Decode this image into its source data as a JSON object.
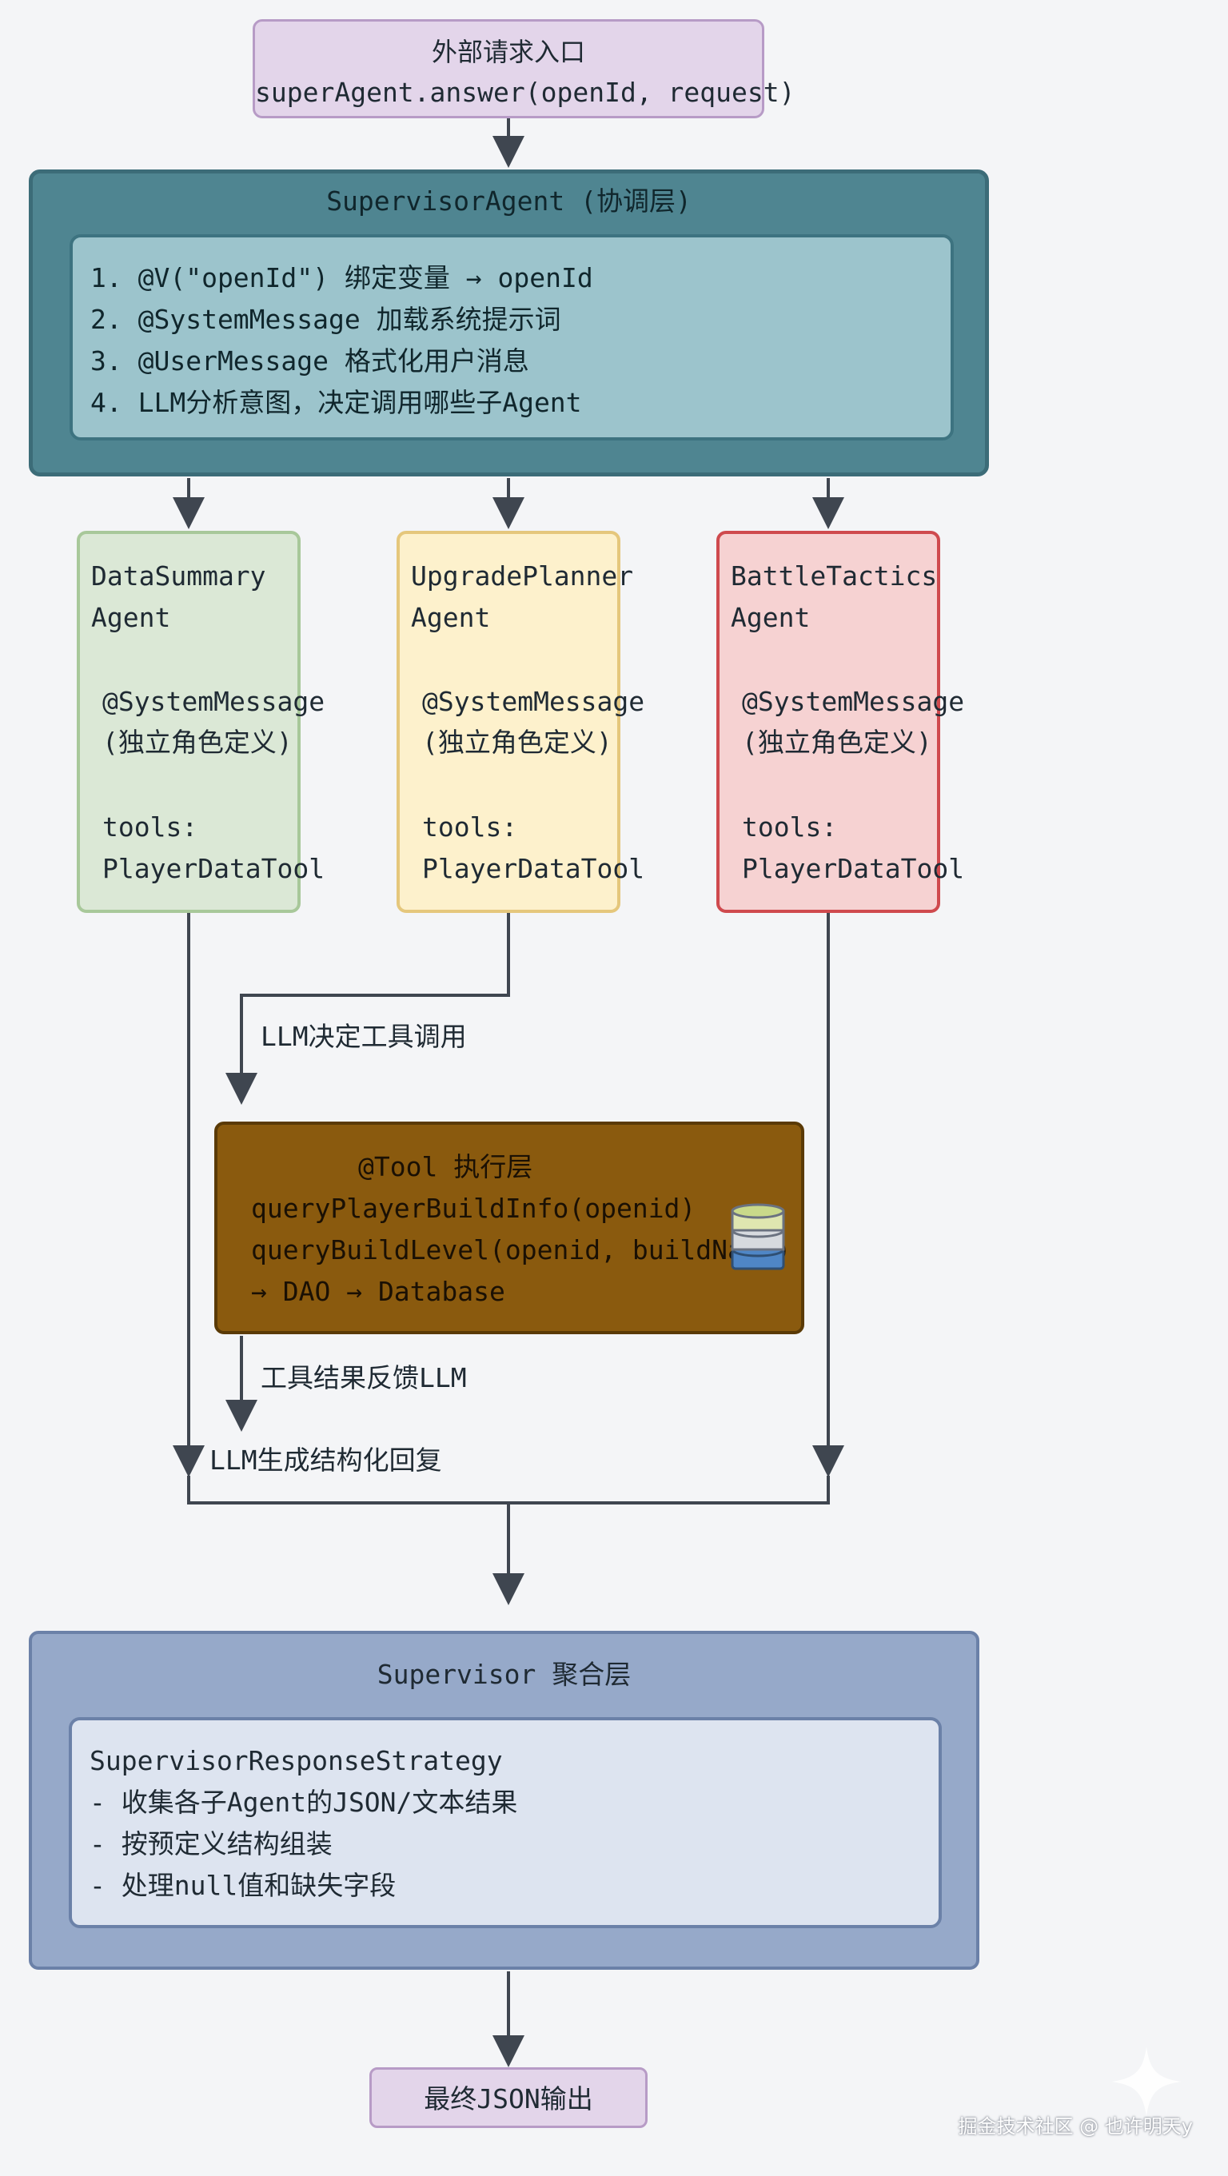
{
  "entry": {
    "title": "外部请求入口",
    "call": "superAgent.answer(openId, request)"
  },
  "supervisor": {
    "title": "SupervisorAgent (协调层)",
    "steps": [
      "1. @V(\"openId\") 绑定变量 → openId",
      "2. @SystemMessage 加载系统提示词",
      "3. @UserMessage 格式化用户消息",
      "4. LLM分析意图，决定调用哪些子Agent"
    ]
  },
  "agents": [
    {
      "name_line1": "DataSummary",
      "name_line2": "Agent",
      "sys_line1": "@SystemMessage",
      "sys_line2": "(独立角色定义)",
      "tools_line1": "tools:",
      "tools_line2": "PlayerDataTool",
      "color": "#dbe8d6"
    },
    {
      "name_line1": "UpgradePlanner",
      "name_line2": "Agent",
      "sys_line1": "@SystemMessage",
      "sys_line2": "(独立角色定义)",
      "tools_line1": "tools:",
      "tools_line2": "PlayerDataTool",
      "color": "#fdf1cc"
    },
    {
      "name_line1": "BattleTactics",
      "name_line2": "Agent",
      "sys_line1": "@SystemMessage",
      "sys_line2": "(独立角色定义)",
      "tools_line1": "tools:",
      "tools_line2": "PlayerDataTool",
      "color": "#f6d2d2"
    }
  ],
  "edges": {
    "to_tool": "LLM决定工具调用",
    "tool_result": "工具结果反馈LLM",
    "llm_reply": "LLM生成结构化回复"
  },
  "tool_layer": {
    "title": "@Tool 执行层",
    "lines": [
      "queryPlayerBuildInfo(openid)",
      "queryBuildLevel(openid, buildName)",
      "→ DAO → Database"
    ],
    "icon": "database-icon"
  },
  "aggregation": {
    "title": "Supervisor 聚合层",
    "lines": [
      "SupervisorResponseStrategy",
      "- 收集各子Agent的JSON/文本结果",
      "- 按预定义结构组装",
      "- 处理null值和缺失字段"
    ]
  },
  "final": {
    "label": "最终JSON输出"
  },
  "watermark": "掘金技术社区 @ 也许明天y",
  "colors": {
    "arrow": "#3f4650",
    "supervisor": "#4f8591",
    "tool": "#8a5a0e",
    "aggregation": "#96a9c9"
  }
}
